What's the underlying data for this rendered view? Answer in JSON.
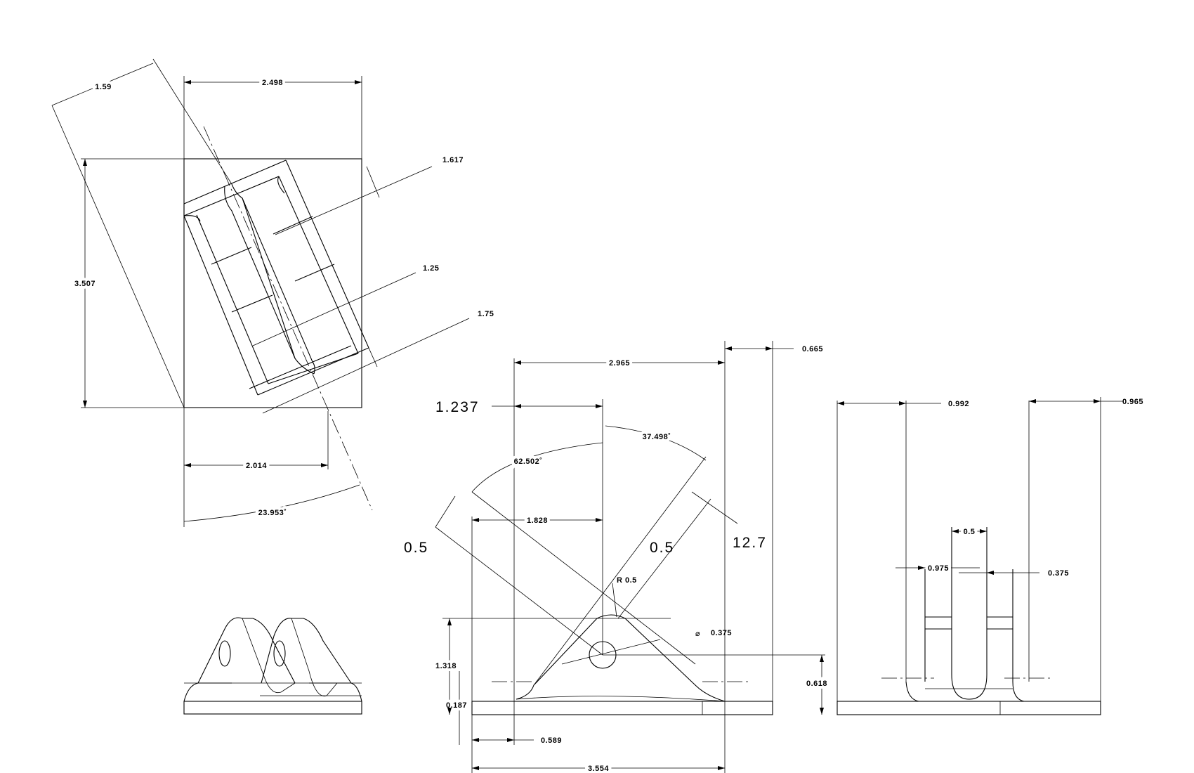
{
  "top_view": {
    "dims": {
      "width": "2.498",
      "height": "3.507",
      "oblique_1": "1.59",
      "rib_1": "1.617",
      "rib_2": "1.25",
      "rib_3": "1.75",
      "offset": "2.014",
      "angle": "23.953˚"
    }
  },
  "front_view": {
    "dims": {
      "width": "2.965",
      "right_offset": "0.665",
      "center_x": "1.237",
      "angle_left": "62.502˚",
      "angle_right": "37.498˚",
      "lug_left": "0.5",
      "lug_right": "0.5",
      "thickness_mm": "12.7",
      "inner_x": "1.828",
      "radius": "R 0.5",
      "hole": "0.375",
      "height": "1.318",
      "base": "0.187",
      "hole_height": "0.618",
      "left_offset": "0.589",
      "overall": "3.554"
    }
  },
  "side_view": {
    "dims": {
      "left_margin": "0.992",
      "right_margin": "0.965",
      "slot": "0.5",
      "wall": "0.975",
      "center": "0.375"
    }
  }
}
